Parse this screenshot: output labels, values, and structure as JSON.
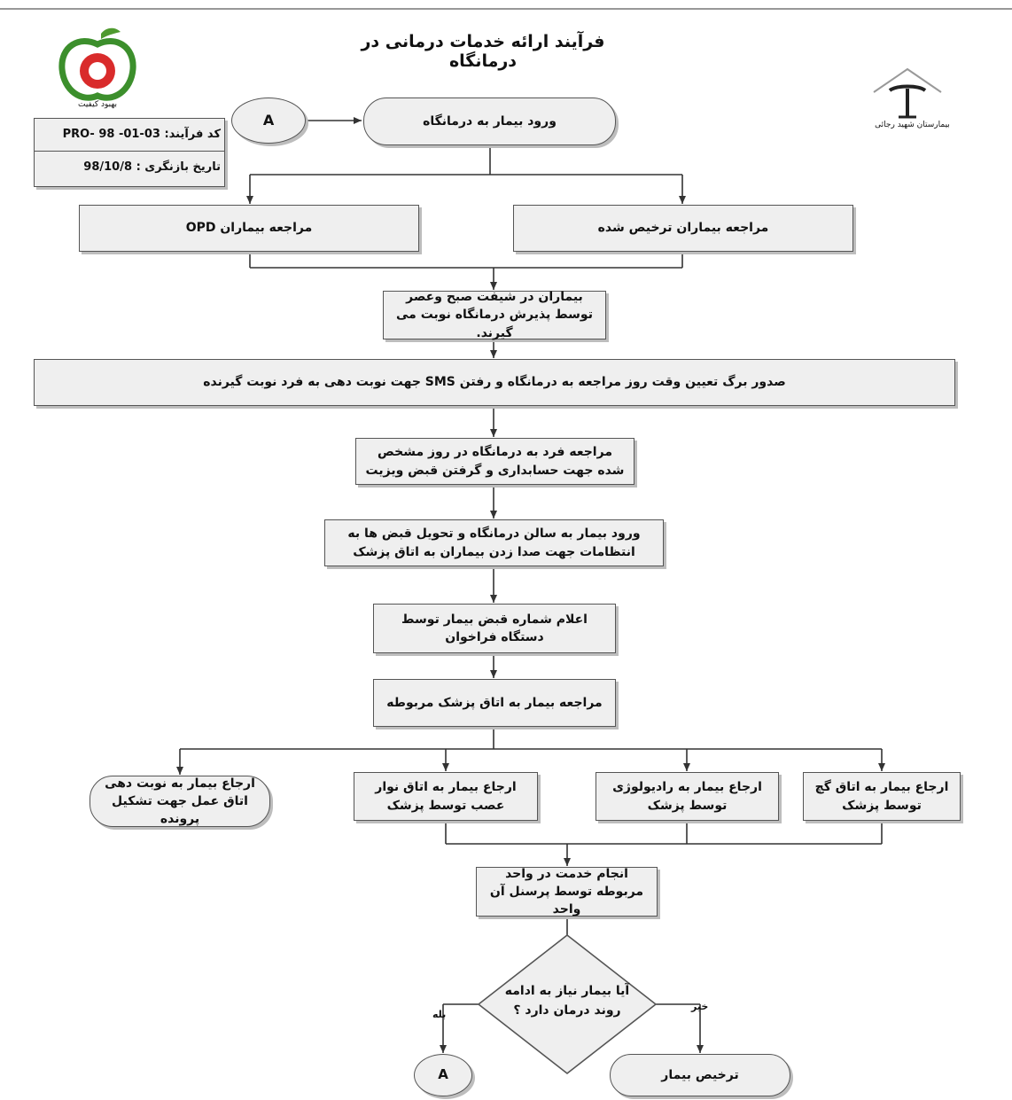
{
  "title": "فرآیند ارائه خدمات درمانی در درمانگاه",
  "logos": {
    "left_caption": "بهبود کیفیت",
    "right_caption": "بیمارستان شهید رجائی"
  },
  "meta": {
    "code_label": "کد فرآیند:",
    "code_value": "PRO- 98 -01-03",
    "review_label": "تاریخ بازنگری :",
    "review_value": "98/10/8"
  },
  "nodes": {
    "connector_top": "A",
    "entry": "ورود بیمار به درمانگاه",
    "discharged": "مراجعه بیماران ترخیص شده",
    "opd": "مراجعه بیماران OPD",
    "shift": "بیماران در شیفت صبح وعصر توسط پذیرش درمانگاه نوبت می گیرند.",
    "issue": "صدور برگ تعیین وقت روز مراجعه به درمانگاه و رفتن SMS جهت نوبت دهی به فرد نوبت گیرنده",
    "visit_day": "مراجعه فرد به درمانگاه در روز مشخص شده جهت حسابداری و گرفتن قبض ویزیت",
    "hall": "ورود بیمار به سالن درمانگاه و تحویل قبض ها به انتظامات جهت صدا زدن بیماران به اتاق پزشک",
    "announce": "اعلام شماره قبض بیمار توسط دستگاه فراخوان",
    "doctor_room": "مراجعه بیمار به اتاق پزشک مربوطه",
    "ref_or": "ارجاع بیمار به نوبت دهی اتاق عمل جهت تشکیل پرونده",
    "ref_nerve": "ارجاع بیمار به اتاق نوار عصب توسط پزشک",
    "ref_radiology": "ارجاع بیمار به رادیولوژی توسط پزشک",
    "ref_cast": "ارجاع بیمار به اتاق گچ توسط پزشک",
    "service": "انجام خدمت در واحد مربوطه توسط پرسنل آن واحد",
    "decision": "آیا بیمار نیاز به ادامه روند درمان دارد ؟",
    "yes_label": "بله",
    "no_label": "خیر",
    "connector_bottom": "A",
    "discharge": "ترخیص بیمار"
  }
}
